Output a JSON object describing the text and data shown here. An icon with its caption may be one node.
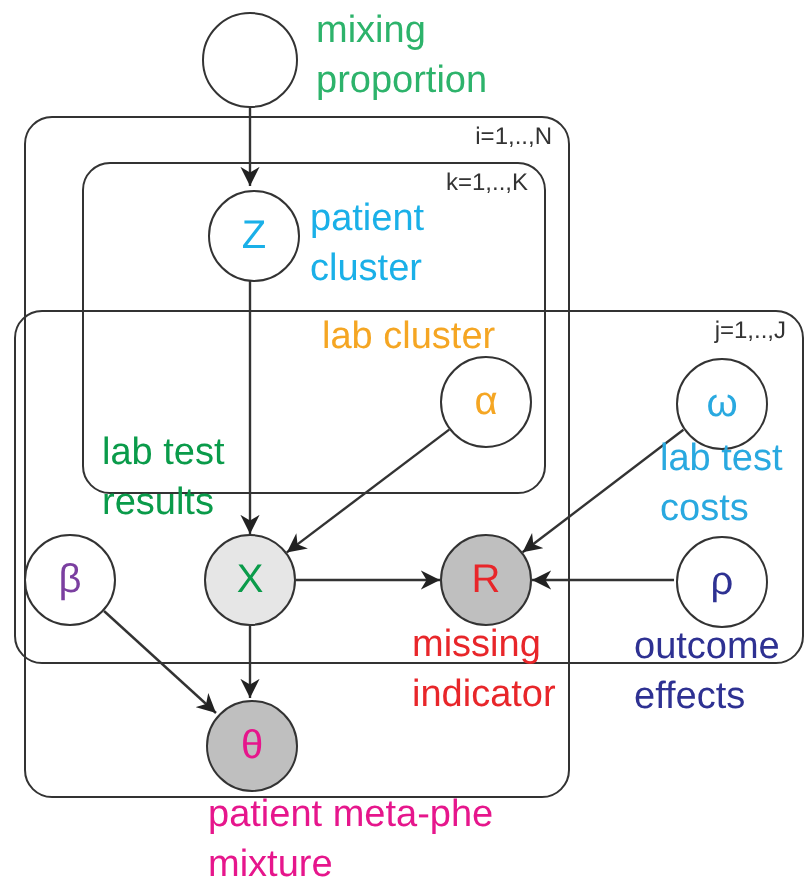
{
  "diagram": {
    "nodes": [
      {
        "text": [],
        "shape": "circle",
        "beside": [
          "mixing proportion"
        ]
      },
      {
        "text": [
          "i=1,..,N"
        ]
      },
      {
        "text": [
          "k=1,..,K"
        ],
        "in": 1
      },
      {
        "text": [
          "Z"
        ],
        "beside": [
          "patient cluster"
        ],
        "in": 2
      },
      {
        "text": [
          "j=1,..,J"
        ]
      },
      {
        "text": [
          "α"
        ],
        "beside": [
          "lab cluster"
        ]
      },
      {
        "text": [
          "ω"
        ],
        "beside": [
          "lab test costs"
        ],
        "in": 4
      },
      {
        "text": [
          "β"
        ]
      },
      {
        "text": [
          "X"
        ],
        "beside": [
          "lab test results"
        ]
      },
      {
        "text": [
          "R"
        ],
        "beside": [
          "missing indicator"
        ]
      },
      {
        "text": [
          "ρ"
        ],
        "beside": [
          "outcome effects"
        ],
        "in": 4
      },
      {
        "text": [
          "θ"
        ],
        "beside": [
          "patient meta-phe mixture"
        ],
        "in": 1
      }
    ],
    "edges": [
      {
        "from": 0,
        "to": 3,
        "arrow": "to"
      },
      {
        "from": 3,
        "to": 8,
        "arrow": "to"
      },
      {
        "from": 5,
        "to": 8,
        "arrow": "to"
      },
      {
        "from": 6,
        "to": 9,
        "arrow": "to"
      },
      {
        "from": 8,
        "to": 9,
        "arrow": "to"
      },
      {
        "from": 10,
        "to": 9,
        "arrow": "to"
      },
      {
        "from": 8,
        "to": 11,
        "arrow": "to"
      },
      {
        "from": 7,
        "to": 11,
        "arrow": "to"
      }
    ]
  }
}
